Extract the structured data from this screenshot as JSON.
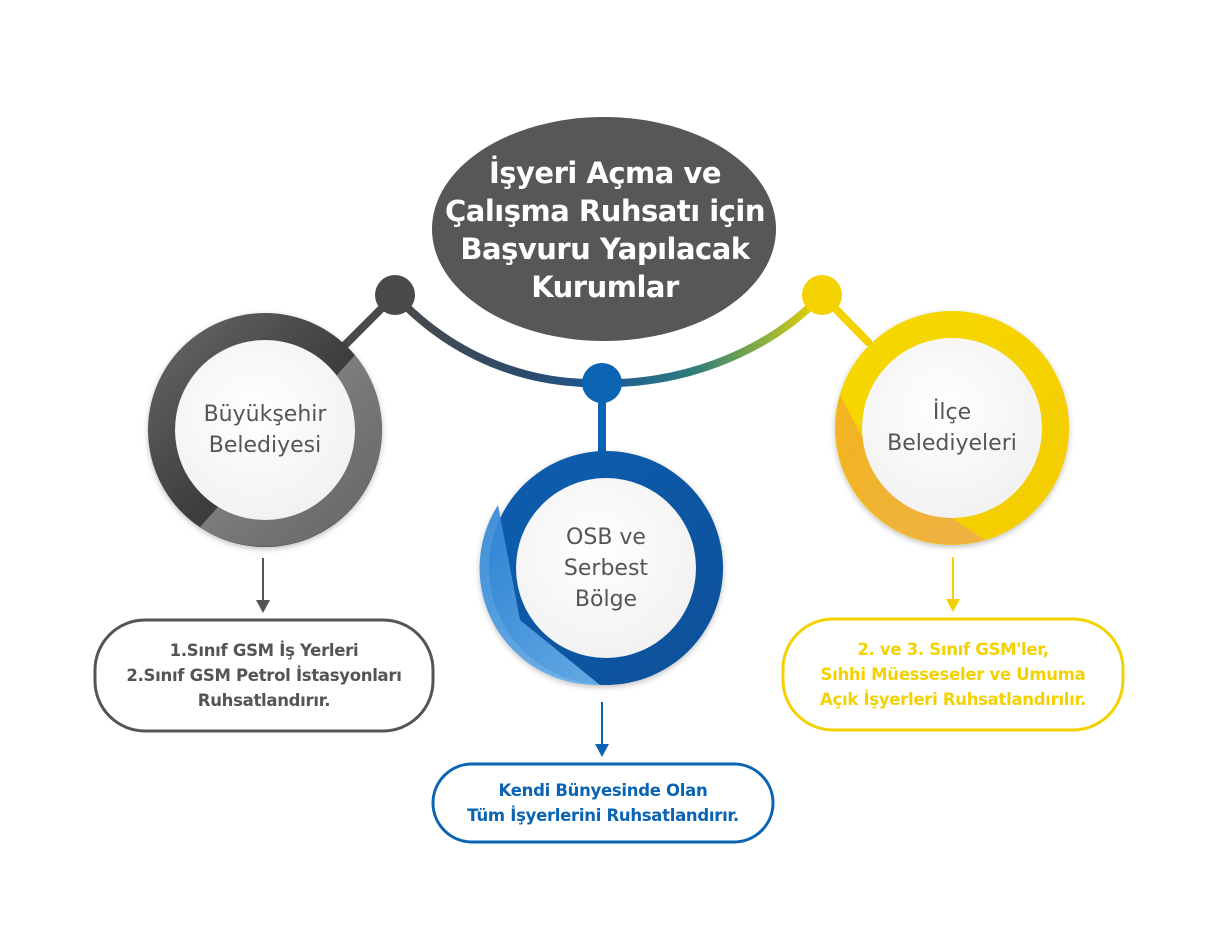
{
  "title": "İşyeri Açma ve\nÇalışma Ruhsatı için\nBaşvuru Yapılacak\nKurumlar",
  "nodes": [
    {
      "label": "Büyükşehir\nBelediyesi",
      "description": "1.Sınıf GSM İş Yerleri\n2.Sınıf GSM Petrol İstasyonları\nRuhsatlandırır.",
      "color": "#555555"
    },
    {
      "label": "OSB ve\nSerbest\nBölge",
      "description": "Kendi Bünyesinde Olan\nTüm İşyerlerini Ruhsatlandırır.",
      "color": "#0a63b3"
    },
    {
      "label": "İlçe\nBelediyeleri",
      "description": "2. ve 3. Sınıf GSM'ler,\nSıhhi Müesseseler ve Umuma\nAçık İşyerleri Ruhsatlandırılır.",
      "color": "#f4d100"
    }
  ]
}
